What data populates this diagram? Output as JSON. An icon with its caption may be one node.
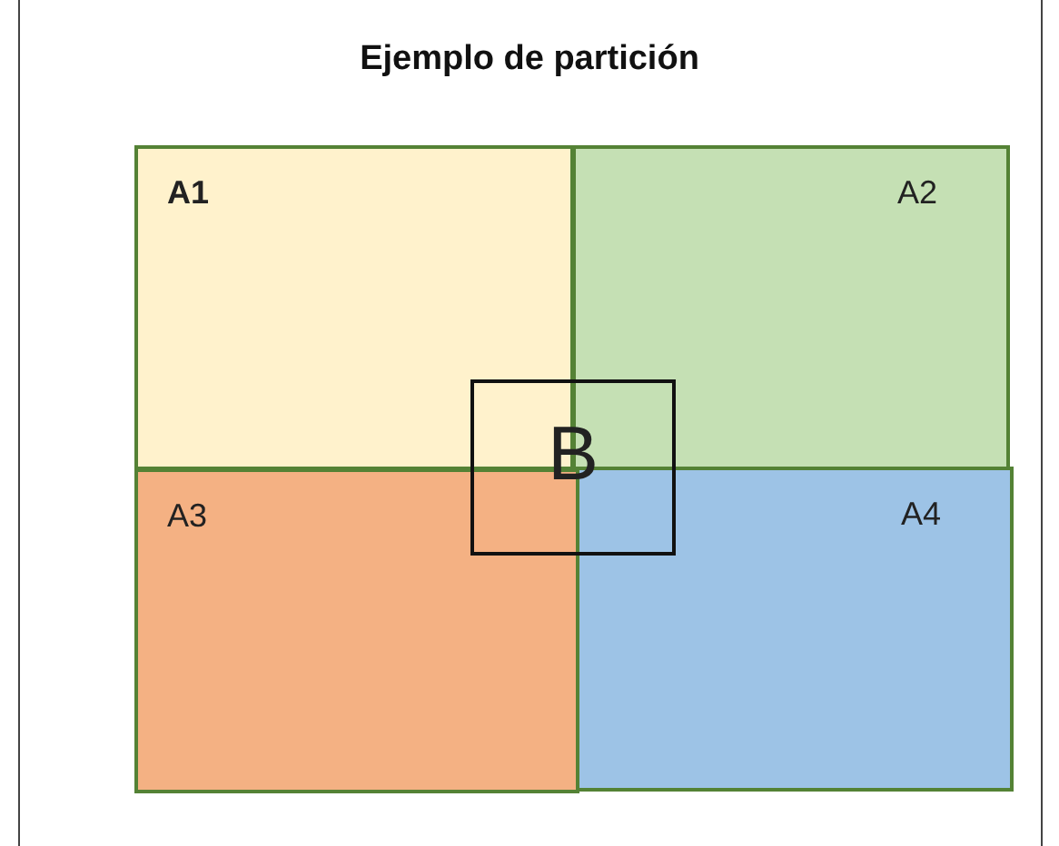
{
  "diagram": {
    "title": "Ejemplo de partición",
    "nodes": [
      {
        "text": [
          "A1"
        ]
      },
      {
        "text": [
          "A2"
        ]
      },
      {
        "text": [
          "A3"
        ]
      },
      {
        "text": [
          "A4"
        ]
      },
      {
        "text": [
          "B"
        ]
      }
    ]
  }
}
